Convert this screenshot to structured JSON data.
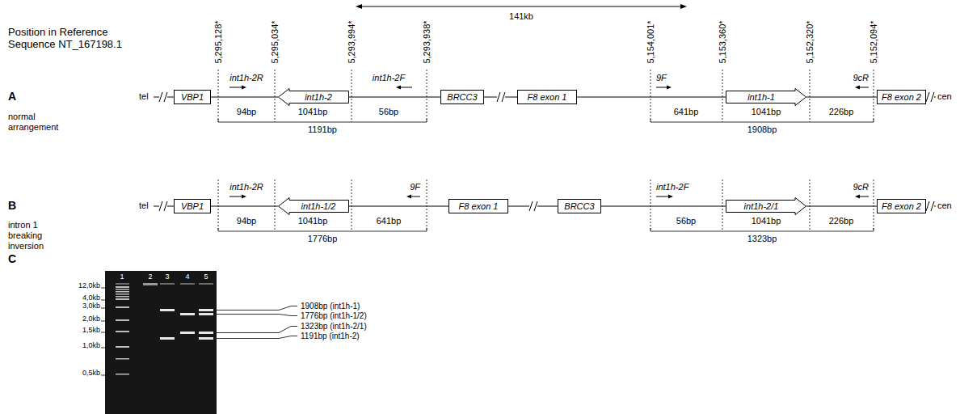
{
  "diagram": {
    "nodes": [
      {
        "text": [
          "VBP1"
        ]
      },
      {
        "text": [
          "int1h-2"
        ]
      },
      {
        "text": [
          "BRCC3"
        ]
      },
      {
        "text": [
          "F8 exon 1"
        ]
      },
      {
        "text": [
          "int1h-1"
        ]
      },
      {
        "text": [
          "F8 exon 2"
        ]
      },
      {
        "text": [
          "VBP1"
        ]
      },
      {
        "text": [
          "int1h-1/2"
        ]
      },
      {
        "text": [
          "F8 exon 1"
        ]
      },
      {
        "text": [
          "BRCC3"
        ]
      },
      {
        "text": [
          "int1h-2/1"
        ]
      },
      {
        "text": [
          "F8 exon 2"
        ]
      }
    ],
    "edges": [
      {
        "from": 0,
        "to": 1,
        "arrow": "none"
      },
      {
        "from": 1,
        "to": 2,
        "arrow": "none"
      },
      {
        "from": 2,
        "to": 3,
        "arrow": "none"
      },
      {
        "from": 3,
        "to": 4,
        "arrow": "none"
      },
      {
        "from": 4,
        "to": 5,
        "arrow": "none"
      },
      {
        "from": 6,
        "to": 7,
        "arrow": "none"
      },
      {
        "from": 7,
        "to": 8,
        "arrow": "none"
      },
      {
        "from": 8,
        "to": 9,
        "arrow": "none"
      },
      {
        "from": 9,
        "to": 10,
        "arrow": "none"
      },
      {
        "from": 10,
        "to": 11,
        "arrow": "none"
      }
    ],
    "labels": [
      "Position in Reference Sequence NT_167198.1",
      "141kb",
      "5,295,128*",
      "5,295,034*",
      "5,293,994*",
      "5,293,938*",
      "5,154,001*",
      "5,153,360*",
      "5,152,320*",
      "5,152,094*",
      "A",
      "normal arrangement",
      "tel",
      "int1h-2R",
      "int1h-2F",
      "9F",
      "9cR",
      "cen",
      "94bp",
      "1041bp",
      "56bp",
      "1191bp",
      "641bp",
      "1041bp",
      "226bp",
      "1908bp",
      "B",
      "intron 1 breaking inversion",
      "tel",
      "int1h-2R",
      "9F",
      "int1h-2F",
      "9cR",
      "cen",
      "94bp",
      "1041bp",
      "641bp",
      "1776bp",
      "56bp",
      "1041bp",
      "226bp",
      "1323bp",
      "C",
      "1",
      "2",
      "3",
      "4",
      "5",
      "12,0kb",
      "4,0kb",
      "3,0kb",
      "2,0kb",
      "1,5kb",
      "1,0kb",
      "0,5kb",
      "1908bp (int1h-1)",
      "1776bp (int1h-1/2)",
      "1323bp (int1h-2/1)",
      "1191bp (int1h-2)"
    ]
  }
}
